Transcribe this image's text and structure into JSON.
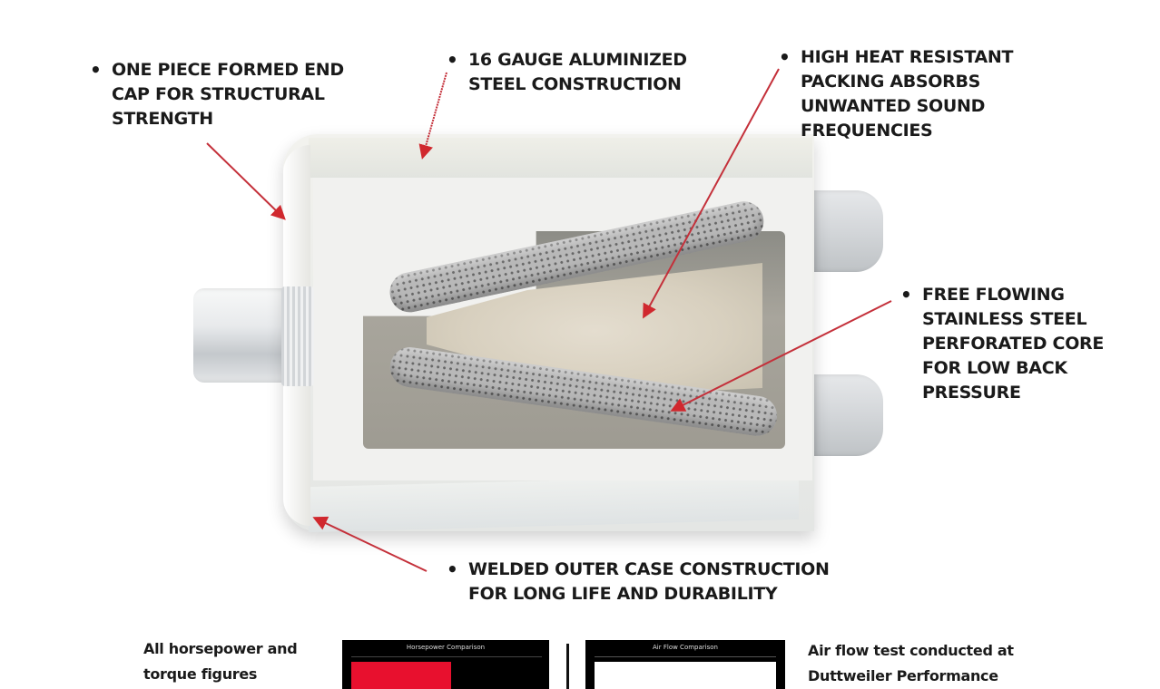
{
  "diagram": {
    "subject": "muffler-cutaway",
    "accent_color": "#d0282e",
    "text_color": "#1a1a1a",
    "callouts": [
      {
        "id": "end-cap",
        "lines": [
          "ONE PIECE FORMED END",
          "CAP FOR STRUCTURAL",
          "STRENGTH"
        ]
      },
      {
        "id": "steel",
        "lines": [
          "16 GAUGE ALUMINIZED",
          "STEEL CONSTRUCTION"
        ]
      },
      {
        "id": "packing",
        "lines": [
          "HIGH HEAT RESISTANT",
          "PACKING ABSORBS",
          "UNWANTED SOUND",
          "FREQUENCIES"
        ]
      },
      {
        "id": "core",
        "lines": [
          "FREE FLOWING",
          "STAINLESS STEEL",
          "PERFORATED CORE",
          "FOR LOW BACK",
          "PRESSURE"
        ]
      },
      {
        "id": "outer-case",
        "lines": [
          "WELDED OUTER CASE CONSTRUCTION",
          "FOR LONG LIFE AND DURABILITY"
        ]
      }
    ],
    "bullet": "•"
  },
  "footer": {
    "left_caption": [
      "All horsepower and",
      "torque figures"
    ],
    "right_caption": [
      "Air flow test conducted at",
      "Duttweiler Performance"
    ],
    "charts": [
      {
        "title": "Horsepower Comparison",
        "bg": "#000000",
        "bar_color": "#e8102e"
      },
      {
        "title": "Air Flow Comparison",
        "bg": "#000000",
        "panel_color": "#ffffff"
      }
    ]
  }
}
